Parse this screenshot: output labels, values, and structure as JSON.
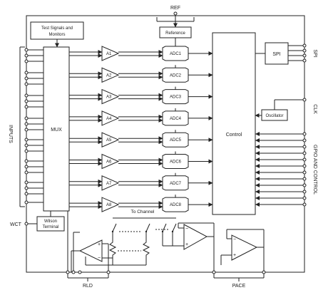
{
  "labels": {
    "ref": "REF",
    "test_signals": "Test Signals and Monitors",
    "reference": "Reference",
    "spi_block": "SPI",
    "spi_side": "SPI",
    "clk_side": "CLK",
    "oscillator": "Oscillator",
    "control": "Control",
    "mux": "MUX",
    "inputs_side": "INPUTS",
    "gpio_side": "GPIO AND CONTROL",
    "wct": "WCT",
    "wilson_terminal": "Wilson Terminal",
    "to_channel": "To Channel",
    "rld": "RLD",
    "pace": "PACE",
    "plus": "+",
    "minus": "−"
  },
  "channels": [
    {
      "amp": "A1",
      "adc": "ADC1"
    },
    {
      "amp": "A2",
      "adc": "ADC2"
    },
    {
      "amp": "A3",
      "adc": "ADC3"
    },
    {
      "amp": "A4",
      "adc": "ADC4"
    },
    {
      "amp": "A5",
      "adc": "ADC5"
    },
    {
      "amp": "A6",
      "adc": "ADC6"
    },
    {
      "amp": "A7",
      "adc": "ADC7"
    },
    {
      "amp": "A8",
      "adc": "ADC8"
    }
  ]
}
